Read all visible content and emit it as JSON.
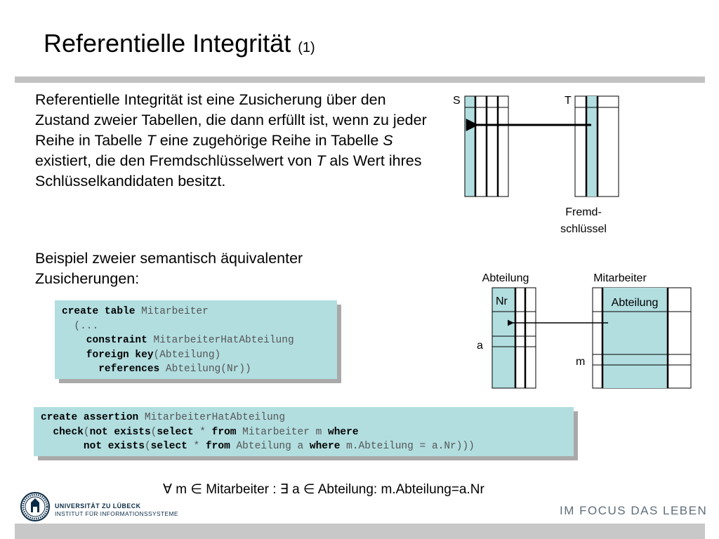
{
  "title": {
    "main": "Referentielle Integrität",
    "sub": "(1)"
  },
  "paragraph1": {
    "p1": "Referentielle Integrität ist eine Zusicherung über den Zustand zweier Tabellen, die dann erfüllt ist, wenn zu jeder Reihe in Tabelle ",
    "T1": "T",
    "p2": " eine zugehörige Reihe in Tabelle ",
    "S1": "S",
    "p3": " existiert, die den Fremdschlüsselwert von ",
    "T2": "T",
    "p4": " als Wert ihres Schlüsselkandidaten besitzt."
  },
  "paragraph2": "Beispiel zweier semantisch äquivalenter Zusicherungen:",
  "code1": {
    "l1_k": "create table",
    "l1_t": " Mitarbeiter",
    "l2": "  (...",
    "l3_k": "    constraint",
    "l3_t": " MitarbeiterHatAbteilung",
    "l4_k": "    foreign key",
    "l4_t": "(Abteilung)",
    "l5_k": "      references",
    "l5_t": " Abteilung(Nr))"
  },
  "code2": {
    "a1": "create assertion",
    "a2": " MitarbeiterHatAbteilung",
    "b0": "  ",
    "b1": "check",
    "b2": "(",
    "b3": "not exists",
    "b4": "(",
    "b5": "select",
    "b6": " * ",
    "b7": "from",
    "b8": " Mitarbeiter m ",
    "b9": "where",
    "c0": "       ",
    "c1": "not exists",
    "c2": "(",
    "c3": "select",
    "c4": " * ",
    "c5": "from",
    "c6": " Abteilung a ",
    "c7": "where",
    "c8": " m.Abteilung = a.Nr)))"
  },
  "formula": "∀ m ∈ Mitarbeiter : ∃ a ∈ Abteilung: m.Abteilung=a.Nr",
  "diagram": {
    "label_S": "S",
    "label_T": "T",
    "fk_line1": "Fremd-",
    "fk_line2": "schlüssel",
    "table1_name": "Abteilung",
    "table2_name": "Mitarbeiter",
    "col_nr": "Nr",
    "col_abteilung": "Abteilung",
    "row_a": "a",
    "row_m": "m"
  },
  "footer": {
    "university": "UNIVERSITÄT ZU LÜBECK",
    "institute": "INSTITUT FÜR INFORMATIONSSYSTEME",
    "slogan": "IM FOCUS DAS LEBEN"
  },
  "colors": {
    "highlight": "#b2dee0",
    "rule_gray": "#c2c2c2",
    "logo_blue": "#0a2b46"
  }
}
